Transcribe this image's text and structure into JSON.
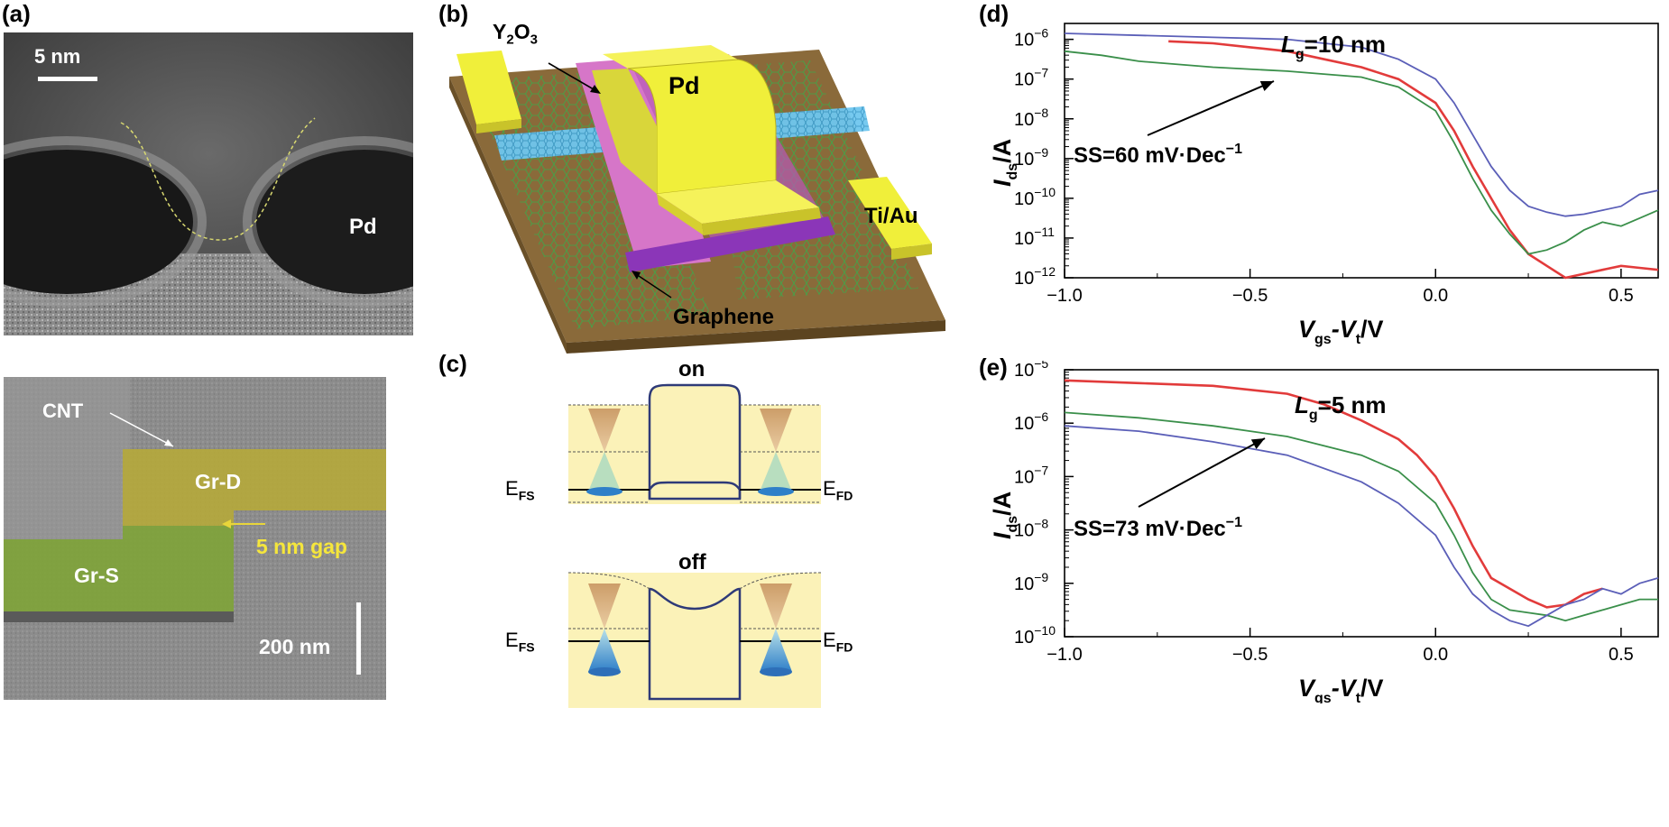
{
  "panels": {
    "a": {
      "label": "(a)",
      "tem": {
        "scale_label": "5 nm",
        "material_label": "Pd"
      },
      "sem": {
        "cnt_label": "CNT",
        "drain_label": "Gr-D",
        "source_label": "Gr-S",
        "gap_label": "5 nm gap",
        "scale_label": "200 nm",
        "colors": {
          "drain": "#b5a83a",
          "source": "#7fa33a",
          "gap_text": "#f5e63c"
        }
      }
    },
    "b": {
      "label": "(b)",
      "oxide_label": "Y",
      "oxide_sub1": "2",
      "oxide_mid": "O",
      "oxide_sub2": "3",
      "gate_label": "Pd",
      "contact_label": "Ti/Au",
      "graphene_label": "Graphene",
      "colors": {
        "metal": "#f0ef3a",
        "substrate": "#8a6a3a",
        "oxide": "#d676c8",
        "cnt": "#4fb8e6"
      }
    },
    "c": {
      "label": "(c)",
      "on_label": "on",
      "off_label": "off",
      "efs_main": "E",
      "efs_sub": "FS",
      "efd_main": "E",
      "efd_sub": "FD"
    }
  },
  "chart_data": [
    {
      "panel": "(d)",
      "type": "line",
      "annotation": "L",
      "annotation_sub": "g",
      "annotation_value": "=10 nm",
      "ss_label": "SS=60 mV·Dec",
      "ss_sup": "−1",
      "xlabel": "V",
      "xlabel_sub1": "gs",
      "xlabel_mid": "-V",
      "xlabel_sub2": "t",
      "xlabel_end": "/V",
      "ylabel": "I",
      "ylabel_sub": "ds",
      "ylabel_end": "/A",
      "xlim": [
        -1.0,
        0.6
      ],
      "ylim_log10": [
        -12,
        -5.6
      ],
      "yscale": "log",
      "xticks": [
        "−1.0",
        "−0.5",
        "0.0",
        "0.5"
      ],
      "xtick_values": [
        -1.0,
        -0.5,
        0.0,
        0.5
      ],
      "yticks": [
        {
          "base": "10",
          "exp": "−6",
          "value": -6
        },
        {
          "base": "10",
          "exp": "−7",
          "value": -7
        },
        {
          "base": "10",
          "exp": "−8",
          "value": -8
        },
        {
          "base": "10",
          "exp": "−9",
          "value": -9
        },
        {
          "base": "10",
          "exp": "−10",
          "value": -10
        },
        {
          "base": "10",
          "exp": "−11",
          "value": -11
        },
        {
          "base": "10",
          "exp": "−12",
          "value": -12
        }
      ],
      "series": [
        {
          "color": "#5b5fb8",
          "x": [
            -1.0,
            -0.8,
            -0.6,
            -0.4,
            -0.3,
            -0.2,
            -0.1,
            0.0,
            0.05,
            0.1,
            0.15,
            0.2,
            0.25,
            0.3,
            0.35,
            0.4,
            0.45,
            0.5,
            0.55,
            0.6
          ],
          "log10y": [
            -5.85,
            -5.9,
            -5.95,
            -6.0,
            -6.1,
            -6.2,
            -6.5,
            -7.0,
            -7.6,
            -8.4,
            -9.2,
            -9.8,
            -10.2,
            -10.35,
            -10.45,
            -10.4,
            -10.3,
            -10.2,
            -9.9,
            -9.8
          ]
        },
        {
          "color": "#e23b3b",
          "x": [
            -0.72,
            -0.6,
            -0.5,
            -0.4,
            -0.3,
            -0.2,
            -0.1,
            0.0,
            0.05,
            0.1,
            0.15,
            0.2,
            0.25,
            0.3,
            0.35,
            0.4,
            0.45,
            0.5,
            0.55,
            0.6
          ],
          "log10y": [
            -6.05,
            -6.1,
            -6.2,
            -6.3,
            -6.5,
            -6.7,
            -7.0,
            -7.6,
            -8.3,
            -9.2,
            -10.0,
            -10.8,
            -11.4,
            -11.7,
            -12.0,
            -11.9,
            -11.8,
            -11.7,
            -11.75,
            -11.8
          ]
        },
        {
          "color": "#3a8f4a",
          "x": [
            -1.0,
            -0.9,
            -0.8,
            -0.6,
            -0.4,
            -0.2,
            -0.1,
            0.0,
            0.05,
            0.1,
            0.15,
            0.2,
            0.25,
            0.3,
            0.35,
            0.4,
            0.45,
            0.5,
            0.55,
            0.6
          ],
          "log10y": [
            -6.3,
            -6.4,
            -6.55,
            -6.7,
            -6.8,
            -6.95,
            -7.2,
            -7.8,
            -8.6,
            -9.5,
            -10.3,
            -10.9,
            -11.4,
            -11.3,
            -11.1,
            -10.8,
            -10.6,
            -10.7,
            -10.5,
            -10.3
          ]
        }
      ]
    },
    {
      "panel": "(e)",
      "type": "line",
      "annotation": "L",
      "annotation_sub": "g",
      "annotation_value": "=5 nm",
      "ss_label": "SS=73 mV·Dec",
      "ss_sup": "−1",
      "xlabel": "V",
      "xlabel_sub1": "gs",
      "xlabel_mid": "-V",
      "xlabel_sub2": "t",
      "xlabel_end": "/V",
      "ylabel": "I",
      "ylabel_sub": "ds",
      "ylabel_end": "/A",
      "xlim": [
        -1.0,
        0.6
      ],
      "ylim_log10": [
        -10,
        -5
      ],
      "yscale": "log",
      "xticks": [
        "−1.0",
        "−0.5",
        "0.0",
        "0.5"
      ],
      "xtick_values": [
        -1.0,
        -0.5,
        0.0,
        0.5
      ],
      "yticks": [
        {
          "base": "10",
          "exp": "−5",
          "value": -5
        },
        {
          "base": "10",
          "exp": "−6",
          "value": -6
        },
        {
          "base": "10",
          "exp": "−7",
          "value": -7
        },
        {
          "base": "10",
          "exp": "−8",
          "value": -8
        },
        {
          "base": "10",
          "exp": "−9",
          "value": -9
        },
        {
          "base": "10",
          "exp": "−10",
          "value": -10
        }
      ],
      "series": [
        {
          "color": "#e23b3b",
          "x": [
            -1.0,
            -0.8,
            -0.6,
            -0.4,
            -0.3,
            -0.2,
            -0.1,
            -0.05,
            0.0,
            0.05,
            0.1,
            0.15,
            0.2,
            0.25,
            0.3,
            0.35,
            0.4,
            0.45
          ],
          "log10y": [
            -5.2,
            -5.25,
            -5.3,
            -5.45,
            -5.65,
            -5.95,
            -6.3,
            -6.6,
            -7.0,
            -7.6,
            -8.3,
            -8.9,
            -9.1,
            -9.3,
            -9.45,
            -9.4,
            -9.2,
            -9.1
          ]
        },
        {
          "color": "#3a8f4a",
          "x": [
            -1.0,
            -0.8,
            -0.6,
            -0.4,
            -0.2,
            -0.1,
            0.0,
            0.05,
            0.1,
            0.15,
            0.2,
            0.25,
            0.3,
            0.35,
            0.4,
            0.45,
            0.5,
            0.55,
            0.6
          ],
          "log10y": [
            -5.8,
            -5.9,
            -6.05,
            -6.25,
            -6.6,
            -6.9,
            -7.5,
            -8.1,
            -8.8,
            -9.3,
            -9.5,
            -9.55,
            -9.6,
            -9.7,
            -9.6,
            -9.5,
            -9.4,
            -9.3,
            -9.3
          ]
        },
        {
          "color": "#5b5fb8",
          "x": [
            -1.0,
            -0.8,
            -0.6,
            -0.4,
            -0.2,
            -0.1,
            0.0,
            0.05,
            0.1,
            0.15,
            0.2,
            0.25,
            0.3,
            0.35,
            0.4,
            0.45,
            0.5,
            0.55,
            0.6
          ],
          "log10y": [
            -6.05,
            -6.15,
            -6.35,
            -6.6,
            -7.1,
            -7.5,
            -8.1,
            -8.7,
            -9.2,
            -9.5,
            -9.7,
            -9.8,
            -9.6,
            -9.4,
            -9.3,
            -9.1,
            -9.2,
            -9.0,
            -8.9
          ]
        }
      ]
    }
  ]
}
